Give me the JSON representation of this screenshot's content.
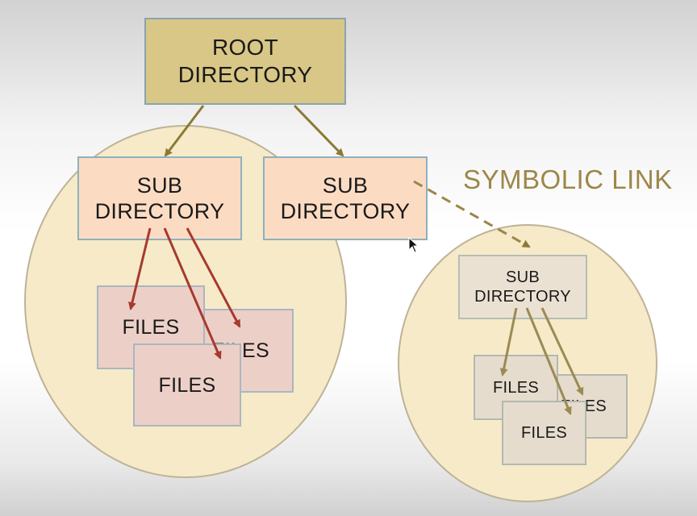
{
  "root": {
    "label": [
      "ROOT",
      "DIRECTORY"
    ]
  },
  "sub_left": {
    "label": [
      "SUB",
      "DIRECTORY"
    ]
  },
  "sub_right": {
    "label": [
      "SUB",
      "DIRECTORY"
    ]
  },
  "symlink": {
    "label": "SYMBOLIC LINK"
  },
  "left_files": {
    "back": "FILES",
    "mid": "FILES",
    "front": "FILES"
  },
  "linked_sub": {
    "label": [
      "SUB",
      "DIRECTORY"
    ]
  },
  "right_files": {
    "back": "FILES",
    "mid": "FILES",
    "front": "FILES"
  },
  "colors": {
    "bubble": "#f6eac9",
    "root_box": "#d8c786",
    "sub_box": "#fbdcc3",
    "red_arrow": "#a63a2e",
    "olive_arrow": "#8b7a33",
    "symlink_text": "#9c8748"
  }
}
